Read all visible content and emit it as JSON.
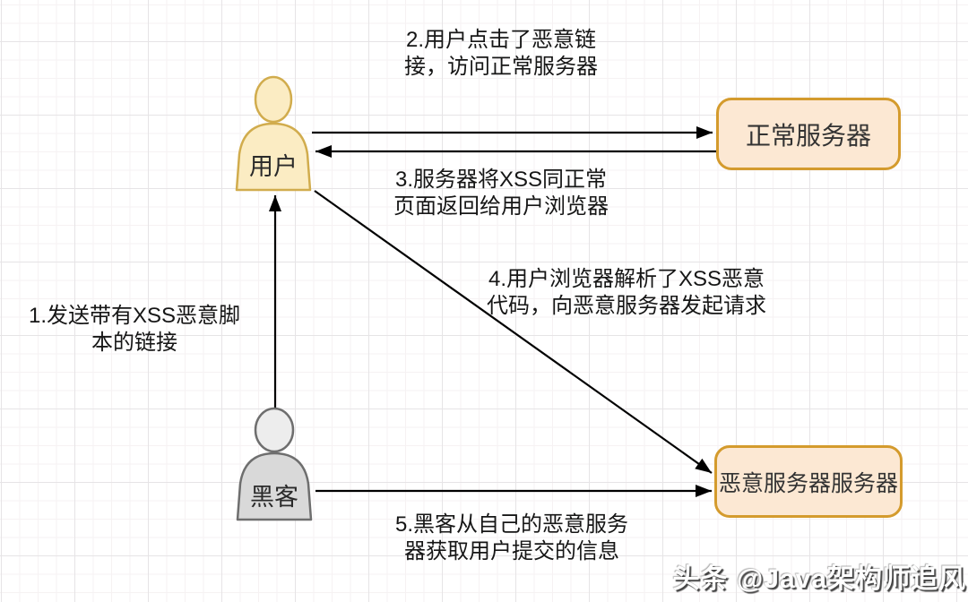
{
  "actors": [
    {
      "id": "user",
      "label": "用户"
    },
    {
      "id": "hacker",
      "label": "黑客"
    }
  ],
  "servers": [
    {
      "id": "normal-server",
      "label": "正常服务器"
    },
    {
      "id": "malicious-server",
      "label": "恶意服务器服务器"
    }
  ],
  "steps": [
    {
      "num": "1",
      "from": "hacker",
      "to": "user",
      "text": "1.发送带有XSS恶意脚\n本的链接"
    },
    {
      "num": "2",
      "from": "user",
      "to": "normal-server",
      "text": "2.用户点击了恶意链\n接，访问正常服务器"
    },
    {
      "num": "3",
      "from": "normal-server",
      "to": "user",
      "text": "3.服务器将XSS同正常\n页面返回给用户浏览器"
    },
    {
      "num": "4",
      "from": "user",
      "to": "malicious-server",
      "text": "4.用户浏览器解析了XSS恶意\n代码，向恶意服务器发起请求"
    },
    {
      "num": "5",
      "from": "hacker",
      "to": "malicious-server",
      "text": "5.黑客从自己的恶意服务\n器获取用户提交的信息"
    }
  ],
  "watermark": {
    "text": "头条 @Java架构师追风"
  },
  "colors": {
    "background": "#FFFFFF",
    "grid_minor": "#F6F2F3",
    "grid_major": "#E6E4E6",
    "server_fill": "#FCE8D3",
    "server_stroke": "#D49B2D",
    "user_fill": "#FBECC3",
    "user_stroke": "#D1AC4D",
    "hacker_fill": "#D9D9D9",
    "hacker_stroke": "#6E6E6E",
    "arrow": "#000000",
    "label_text": "#161616"
  }
}
